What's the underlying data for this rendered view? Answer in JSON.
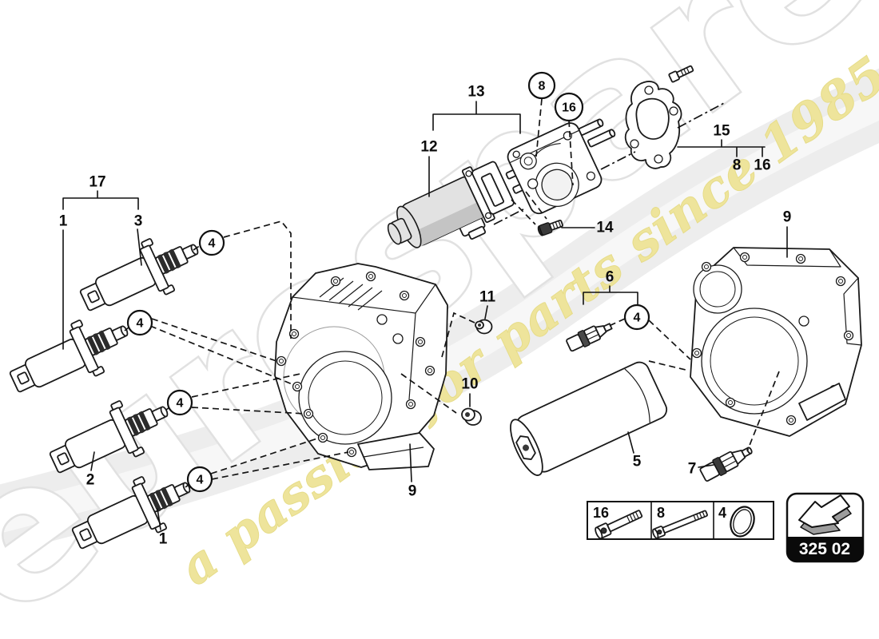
{
  "watermark": {
    "brand": "eurospares",
    "tagline": "a passion for parts since 1985",
    "brand_outline_color": "#e1e1e1",
    "tagline_color": "#eee49b",
    "swoosh_color": "#ededed"
  },
  "callouts": {
    "group_17": "17",
    "valve_top_1": "1",
    "valve_top_3": "3",
    "motor_12": "12",
    "pump_group_13": "13",
    "balloon_bolt_8": "8",
    "balloon_bolt_16": "16",
    "gasket_group_15": "15",
    "gasket_bolt_8": "8",
    "gasket_bolt_16": "16",
    "housing_right_9": "9",
    "screw_14": "14",
    "nut_11": "11",
    "sensor_group_6": "6",
    "balloon_seal_4": "4",
    "plug_10": "10",
    "valve_2": "2",
    "valve_bottom_1": "1",
    "housing_center_9": "9",
    "accumulator_5": "5",
    "sensor_7": "7"
  },
  "legend": {
    "cells": [
      {
        "ref": "16",
        "icon": "socket-head-bolt-icon"
      },
      {
        "ref": "8",
        "icon": "long-socket-bolt-icon"
      },
      {
        "ref": "4",
        "icon": "o-ring-icon"
      }
    ]
  },
  "badge": {
    "code": "325 02",
    "icon": "section-arrow-icon"
  },
  "ink_color": "#1a1a1a"
}
